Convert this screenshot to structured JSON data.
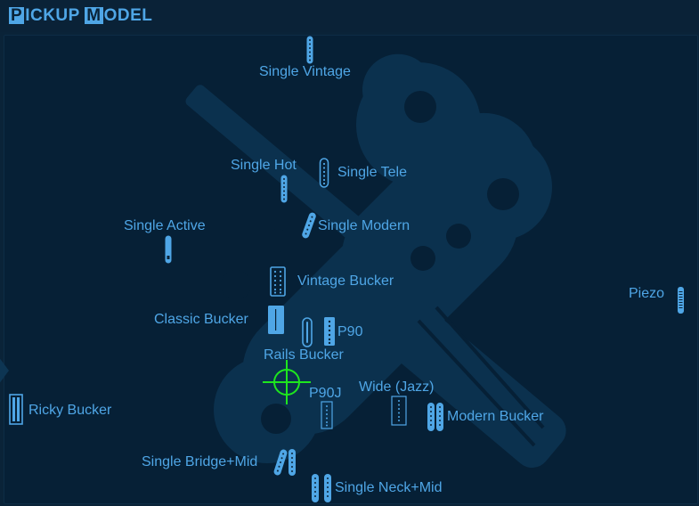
{
  "window": {
    "title_parts": [
      {
        "cap": "P",
        "rest": "ICKUP"
      },
      {
        "cap": "M",
        "rest": "ODEL"
      }
    ]
  },
  "colors": {
    "accent": "#4fa6e6",
    "background": "#062036",
    "art": "#0d3553",
    "selection": "#1ee61e"
  },
  "pickups": [
    {
      "id": "single-vintage",
      "label": "Single Vintage",
      "icon": "single-coil-icon"
    },
    {
      "id": "single-hot",
      "label": "Single Hot",
      "icon": "single-coil-icon"
    },
    {
      "id": "single-tele",
      "label": "Single Tele",
      "icon": "tele-single-coil-icon"
    },
    {
      "id": "single-active",
      "label": "Single Active",
      "icon": "single-coil-icon"
    },
    {
      "id": "single-modern",
      "label": "Single Modern",
      "icon": "slanted-single-coil-icon"
    },
    {
      "id": "vintage-bucker",
      "label": "Vintage Bucker",
      "icon": "humbucker-icon"
    },
    {
      "id": "piezo",
      "label": "Piezo",
      "icon": "piezo-icon"
    },
    {
      "id": "classic-bucker",
      "label": "Classic Bucker",
      "icon": "humbucker-icon"
    },
    {
      "id": "p90",
      "label": "P90",
      "icon": "p90-icon"
    },
    {
      "id": "rails-bucker",
      "label": "Rails Bucker",
      "icon": "rails-icon"
    },
    {
      "id": "p90j",
      "label": "P90J",
      "icon": "p90j-icon"
    },
    {
      "id": "wide-jazz",
      "label": "Wide (Jazz)",
      "icon": "wide-jazz-icon"
    },
    {
      "id": "ricky-bucker",
      "label": "Ricky Bucker",
      "icon": "ricky-bucker-icon"
    },
    {
      "id": "modern-bucker",
      "label": "Modern Bucker",
      "icon": "modern-bucker-icon"
    },
    {
      "id": "single-bridge-mid",
      "label": "Single Bridge+Mid",
      "icon": "dual-slanted-single-icon"
    },
    {
      "id": "single-neck-mid",
      "label": "Single Neck+Mid",
      "icon": "dual-single-icon"
    }
  ],
  "selected_cursor": {
    "icon": "crosshair-target-icon"
  }
}
